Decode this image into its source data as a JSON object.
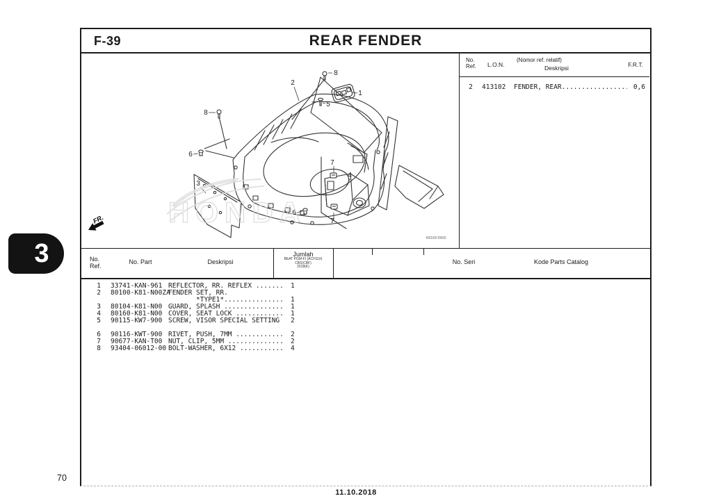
{
  "page": {
    "code": "F-39",
    "title": "REAR FENDER",
    "page_number": "70",
    "footer_date": "11.10.2018",
    "side_tab": "3",
    "diagram_code": "K81KF3900",
    "fr_label": "FR.",
    "watermark": "HONDA"
  },
  "ref_table": {
    "header": {
      "no_ref_line1": "No.",
      "no_ref_line2": "Ref.",
      "lon": "L.O.N.",
      "deskripsi_note": "(Nomor ref. relatif)",
      "deskripsi": "Deskripsi",
      "frt": "F.R.T."
    },
    "rows": [
      {
        "ref": "2",
        "lon": "413102",
        "desc": "FENDER, REAR.................",
        "frt": "0,6"
      }
    ]
  },
  "parts_table": {
    "header": {
      "no_ref_line1": "No.",
      "no_ref_line2": "Ref.",
      "no_part": "No. Part",
      "deskripsi": "Deskripsi",
      "jumlah": "Jumlah",
      "jumlah_sub1": "BEAT PGM-FI (ACH110)",
      "jumlah_sub2": "CBS(CBF)",
      "jumlah_sub3": "2018(K)",
      "no_seri": "No. Seri",
      "kode_parts_catalog": "Kode Parts Catalog"
    },
    "rows": [
      {
        "ref": "1",
        "part": "33741-KAN-961",
        "desc": "REFLECTOR, RR. REFLEX .......",
        "qty": "1"
      },
      {
        "ref": "2",
        "part": "80100-K81-N00ZA",
        "desc": "FENDER SET, RR.",
        "qty": ""
      },
      {
        "ref": "",
        "part": "",
        "desc": "       *TYPE1*...............",
        "qty": "1"
      },
      {
        "ref": "3",
        "part": "80104-K81-N00",
        "desc": "GUARD, SPLASH ...............",
        "qty": "1"
      },
      {
        "ref": "4",
        "part": "80160-K81-N00",
        "desc": "COVER, SEAT LOCK ............",
        "qty": "1"
      },
      {
        "ref": "5",
        "part": "90115-KW7-900",
        "desc": "SCREW, VISOR SPECIAL SETTING",
        "qty": "2"
      },
      {
        "ref": "",
        "part": "",
        "desc": "",
        "qty": ""
      },
      {
        "ref": "6",
        "part": "90116-KWT-900",
        "desc": "RIVET, PUSH, 7MM ............",
        "qty": "2"
      },
      {
        "ref": "7",
        "part": "90677-KAN-T00",
        "desc": "NUT, CLIP, 5MM ..............",
        "qty": "2"
      },
      {
        "ref": "8",
        "part": "93404-06012-00",
        "desc": "BOLT-WASHER, 6X12 ...........",
        "qty": "4"
      }
    ]
  },
  "diagram": {
    "callouts": [
      {
        "label": "8"
      },
      {
        "label": "2"
      },
      {
        "label": "1"
      },
      {
        "label": "5"
      },
      {
        "label": "8"
      },
      {
        "label": "6"
      },
      {
        "label": "3"
      },
      {
        "label": "7"
      },
      {
        "label": "4"
      },
      {
        "label": "6"
      },
      {
        "label": "7"
      }
    ]
  }
}
